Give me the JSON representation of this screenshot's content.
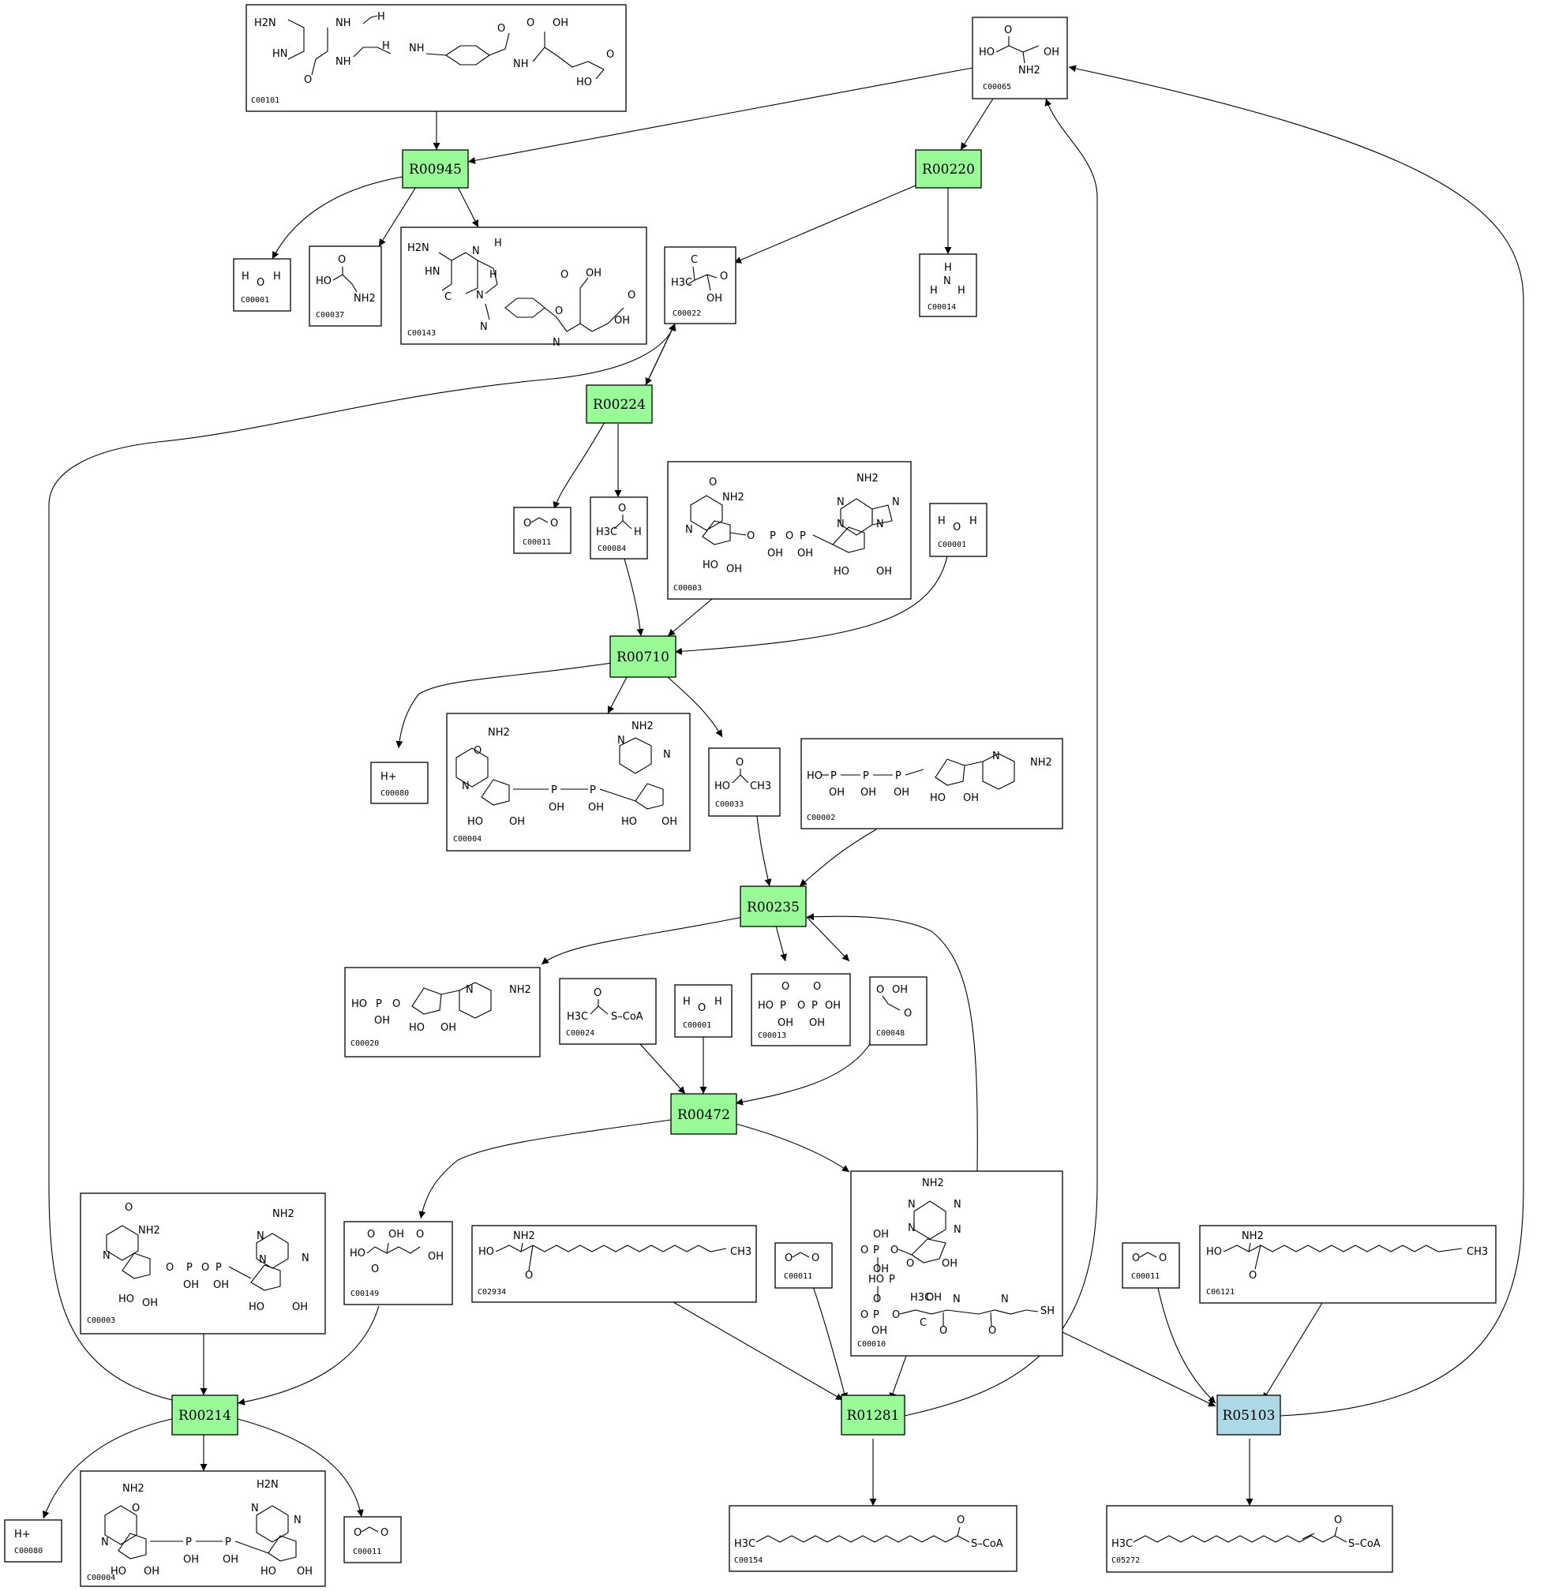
{
  "colors": {
    "reaction_green": "#98FB98",
    "reaction_blue": "#ADD8E6",
    "box_border": "#000000",
    "background": "#FFFFFF"
  },
  "reactions": [
    {
      "id": "R00945",
      "color": "green"
    },
    {
      "id": "R00220",
      "color": "green"
    },
    {
      "id": "R00224",
      "color": "green"
    },
    {
      "id": "R00710",
      "color": "green"
    },
    {
      "id": "R00235",
      "color": "green"
    },
    {
      "id": "R00472",
      "color": "green"
    },
    {
      "id": "R00214",
      "color": "green"
    },
    {
      "id": "R01281",
      "color": "green"
    },
    {
      "id": "R05103",
      "color": "blue"
    }
  ],
  "compounds": [
    {
      "id": "C00101",
      "formula": ""
    },
    {
      "id": "C00065",
      "formula": ""
    },
    {
      "id": "C00001",
      "formula": "H2O"
    },
    {
      "id": "C00037",
      "formula": ""
    },
    {
      "id": "C00143",
      "formula": ""
    },
    {
      "id": "C00022",
      "formula": ""
    },
    {
      "id": "C00014",
      "formula": "NH3"
    },
    {
      "id": "C00011",
      "formula": "O=C=O"
    },
    {
      "id": "C00084",
      "formula": ""
    },
    {
      "id": "C00003",
      "formula": ""
    },
    {
      "id": "C00001",
      "formula": "H2O"
    },
    {
      "id": "C00080",
      "formula": "H+"
    },
    {
      "id": "C00004",
      "formula": ""
    },
    {
      "id": "C00033",
      "formula": ""
    },
    {
      "id": "C00002",
      "formula": ""
    },
    {
      "id": "C00020",
      "formula": ""
    },
    {
      "id": "C00024",
      "formula": "H3C-C(=O)-S-CoA"
    },
    {
      "id": "C00001",
      "formula": "H2O"
    },
    {
      "id": "C00013",
      "formula": ""
    },
    {
      "id": "C00048",
      "formula": ""
    },
    {
      "id": "C00003",
      "formula": ""
    },
    {
      "id": "C00149",
      "formula": ""
    },
    {
      "id": "C02934",
      "formula": ""
    },
    {
      "id": "C00011",
      "formula": "O=C=O"
    },
    {
      "id": "C00010",
      "formula": ""
    },
    {
      "id": "C00011",
      "formula": "O=C=O"
    },
    {
      "id": "C06121",
      "formula": ""
    },
    {
      "id": "C00080",
      "formula": "H+"
    },
    {
      "id": "C00004",
      "formula": ""
    },
    {
      "id": "C00011",
      "formula": "O=C=O"
    },
    {
      "id": "C00154",
      "formula": ""
    },
    {
      "id": "C05272",
      "formula": ""
    }
  ],
  "structure_text": {
    "h2o_h": "H",
    "h2o_o": "O",
    "nh3_n": "N",
    "nh3_h": "H",
    "co2_o": "O",
    "hplus": "H+",
    "sco_a": "S–CoA",
    "h3c": "H3C",
    "ch3": "CH3",
    "oh": "OH",
    "ho": "HO",
    "nh2": "NH2",
    "h2n": "H2N",
    "nh": "NH",
    "hn": "HN",
    "n": "N",
    "o": "O",
    "p": "P",
    "sh": "SH",
    "c": "C",
    "h": "H"
  }
}
